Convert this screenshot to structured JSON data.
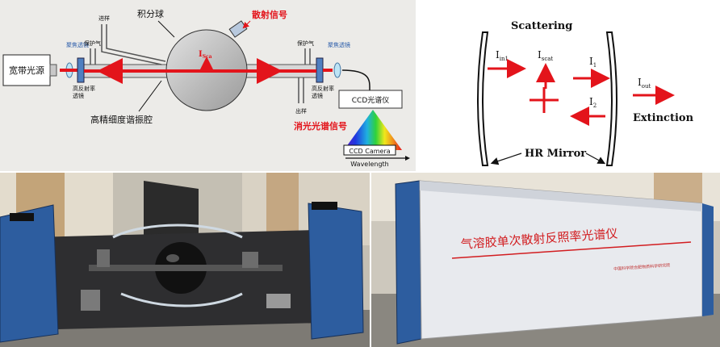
{
  "setup_diagram": {
    "light_source": "宽带光源",
    "lens_left": "聚焦透镜",
    "lens_right": "聚焦透镜",
    "purge_left": "保护气",
    "purge_right": "保护气",
    "inlet": "进样",
    "outlet": "出样",
    "sphere": "积分球",
    "scatter_signal": "散射信号",
    "i_sca_main": "I",
    "i_sca_sub": "Sca",
    "mirror_left": "高反射率\n透镜",
    "mirror_right": "高反射率\n透镜",
    "cavity": "高精细度谐振腔",
    "spectrometer": "CCD光谱仪",
    "extinction_signal": "消光光谱信号",
    "ccd_camera": "CCD Camera",
    "wavelength": "Wavelength"
  },
  "cavity_diagram": {
    "scattering": "Scattering",
    "extinction": "Extinction",
    "hr_mirror": "HR Mirror",
    "i_in1": {
      "main": "I",
      "sub": "in1"
    },
    "i_scat": {
      "main": "I",
      "sub": "scat"
    },
    "i_1": {
      "main": "I",
      "sub": "1"
    },
    "i_2": {
      "main": "I",
      "sub": "2"
    },
    "i_out": {
      "main": "I",
      "sub": "out"
    }
  },
  "instrument_photo": {
    "label": "气溶胶单次散射反照率光谱仪",
    "small_text": "中国科学院合肥物质科学研究院"
  },
  "colors": {
    "beam_red": "#e3141b",
    "label_blue": "#2a5caa",
    "case_blue": "#2d5d9f"
  }
}
